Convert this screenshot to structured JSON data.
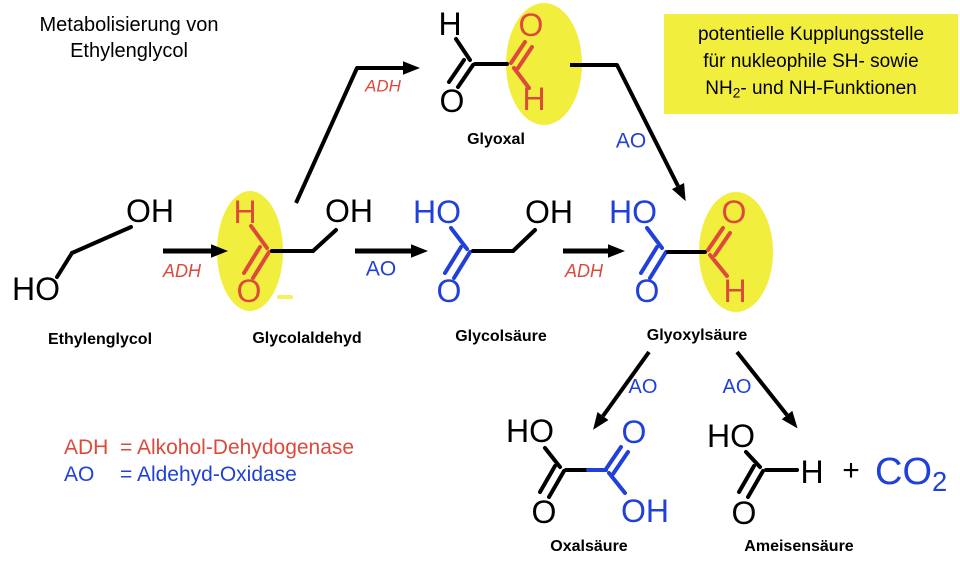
{
  "colors": {
    "red": "#dd4a3c",
    "blue": "#2040d8",
    "highlight_yellow": "#f2ee3e",
    "black": "#000000"
  },
  "title": {
    "line1": "Metabolisierung von",
    "line2": "Ethylenglycol"
  },
  "note_box": {
    "line1": "potentielle Kupplungsstelle",
    "line2": "für nukleophile SH- sowie",
    "line3_prefix": "NH",
    "line3_sub": "2",
    "line3_suffix": "- und NH-Funktionen"
  },
  "enzymes": {
    "adh": "ADH",
    "ao": "AO"
  },
  "legend": {
    "adh_abbr": "ADH",
    "adh_rest": "= Alkohol-Dehydogenase",
    "ao_abbr": "AO",
    "ao_rest": "= Aldehyd-Oxidase"
  },
  "molecules": {
    "ethylenglycol": {
      "name": "Ethylenglycol",
      "ho": "HO",
      "oh": "OH"
    },
    "glycolaldehyd": {
      "name": "Glycolaldehyd",
      "h": "H",
      "o": "O",
      "oh": "OH"
    },
    "glyoxal": {
      "name": "Glyoxal",
      "h1": "H",
      "o1": "O",
      "o2": "O",
      "h2": "H"
    },
    "glycolsaeure": {
      "name": "Glycolsäure",
      "ho": "HO",
      "o": "O",
      "oh": "OH"
    },
    "glyoxylsaeure": {
      "name": "Glyoxylsäure",
      "ho": "HO",
      "o1": "O",
      "o2": "O",
      "h": "H"
    },
    "oxalsaeure": {
      "name": "Oxalsäure",
      "ho": "HO",
      "o1": "O",
      "o2": "O",
      "oh": "OH"
    },
    "ameisensaeure": {
      "name": "Ameisensäure",
      "ho": "HO",
      "o": "O",
      "h": "H"
    },
    "plus": "+",
    "co2": {
      "prefix": "CO",
      "sub": "2"
    }
  }
}
